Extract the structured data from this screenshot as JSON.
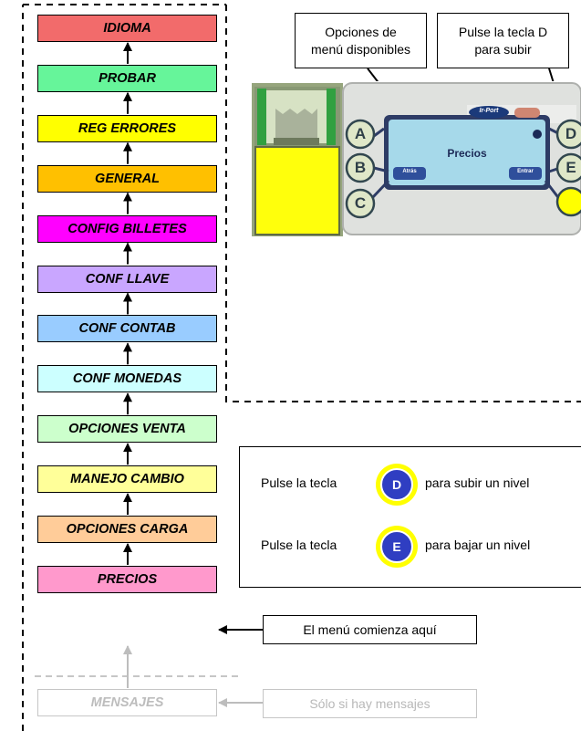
{
  "menu_items": [
    {
      "label": "IDIOMA",
      "color": "#f26b6b"
    },
    {
      "label": "PROBAR",
      "color": "#66f59a"
    },
    {
      "label": "REG ERRORES",
      "color": "#ffff00"
    },
    {
      "label": "GENERAL",
      "color": "#ffc000"
    },
    {
      "label": "CONFIG BILLETES",
      "color": "#ff00ff"
    },
    {
      "label": "CONF LLAVE",
      "color": "#c9a6ff"
    },
    {
      "label": "CONF CONTAB",
      "color": "#99ccff"
    },
    {
      "label": "CONF MONEDAS",
      "color": "#ccffff"
    },
    {
      "label": "OPCIONES VENTA",
      "color": "#ccffcc"
    },
    {
      "label": "MANEJO CAMBIO",
      "color": "#ffff99"
    },
    {
      "label": "OPCIONES CARGA",
      "color": "#ffcc99"
    },
    {
      "label": "PRECIOS",
      "color": "#ff99cc"
    }
  ],
  "optional_item": {
    "label": "MENSAJES"
  },
  "callouts": {
    "start_here": "El menú comienza aquí",
    "only_if_messages": "Sólo si hay mensajes",
    "menu_options_line1": "Opciones de",
    "menu_options_line2": "menú disponibles",
    "press_d_line1": "Pulse la tecla D",
    "press_d_line2": "para subir"
  },
  "keypad": {
    "screen_title": "Precios",
    "back_label": "Atrás",
    "enter_label": "Entrar",
    "irport_label": "Ir-Port",
    "key_a": "A",
    "key_b": "B",
    "key_c": "C",
    "key_d": "D",
    "key_e": "E"
  },
  "legend": {
    "press_key": "Pulse la tecla",
    "key_up": "D",
    "up_text": "para subir un nivel",
    "key_down": "E",
    "down_text": "para bajar un nivel"
  }
}
